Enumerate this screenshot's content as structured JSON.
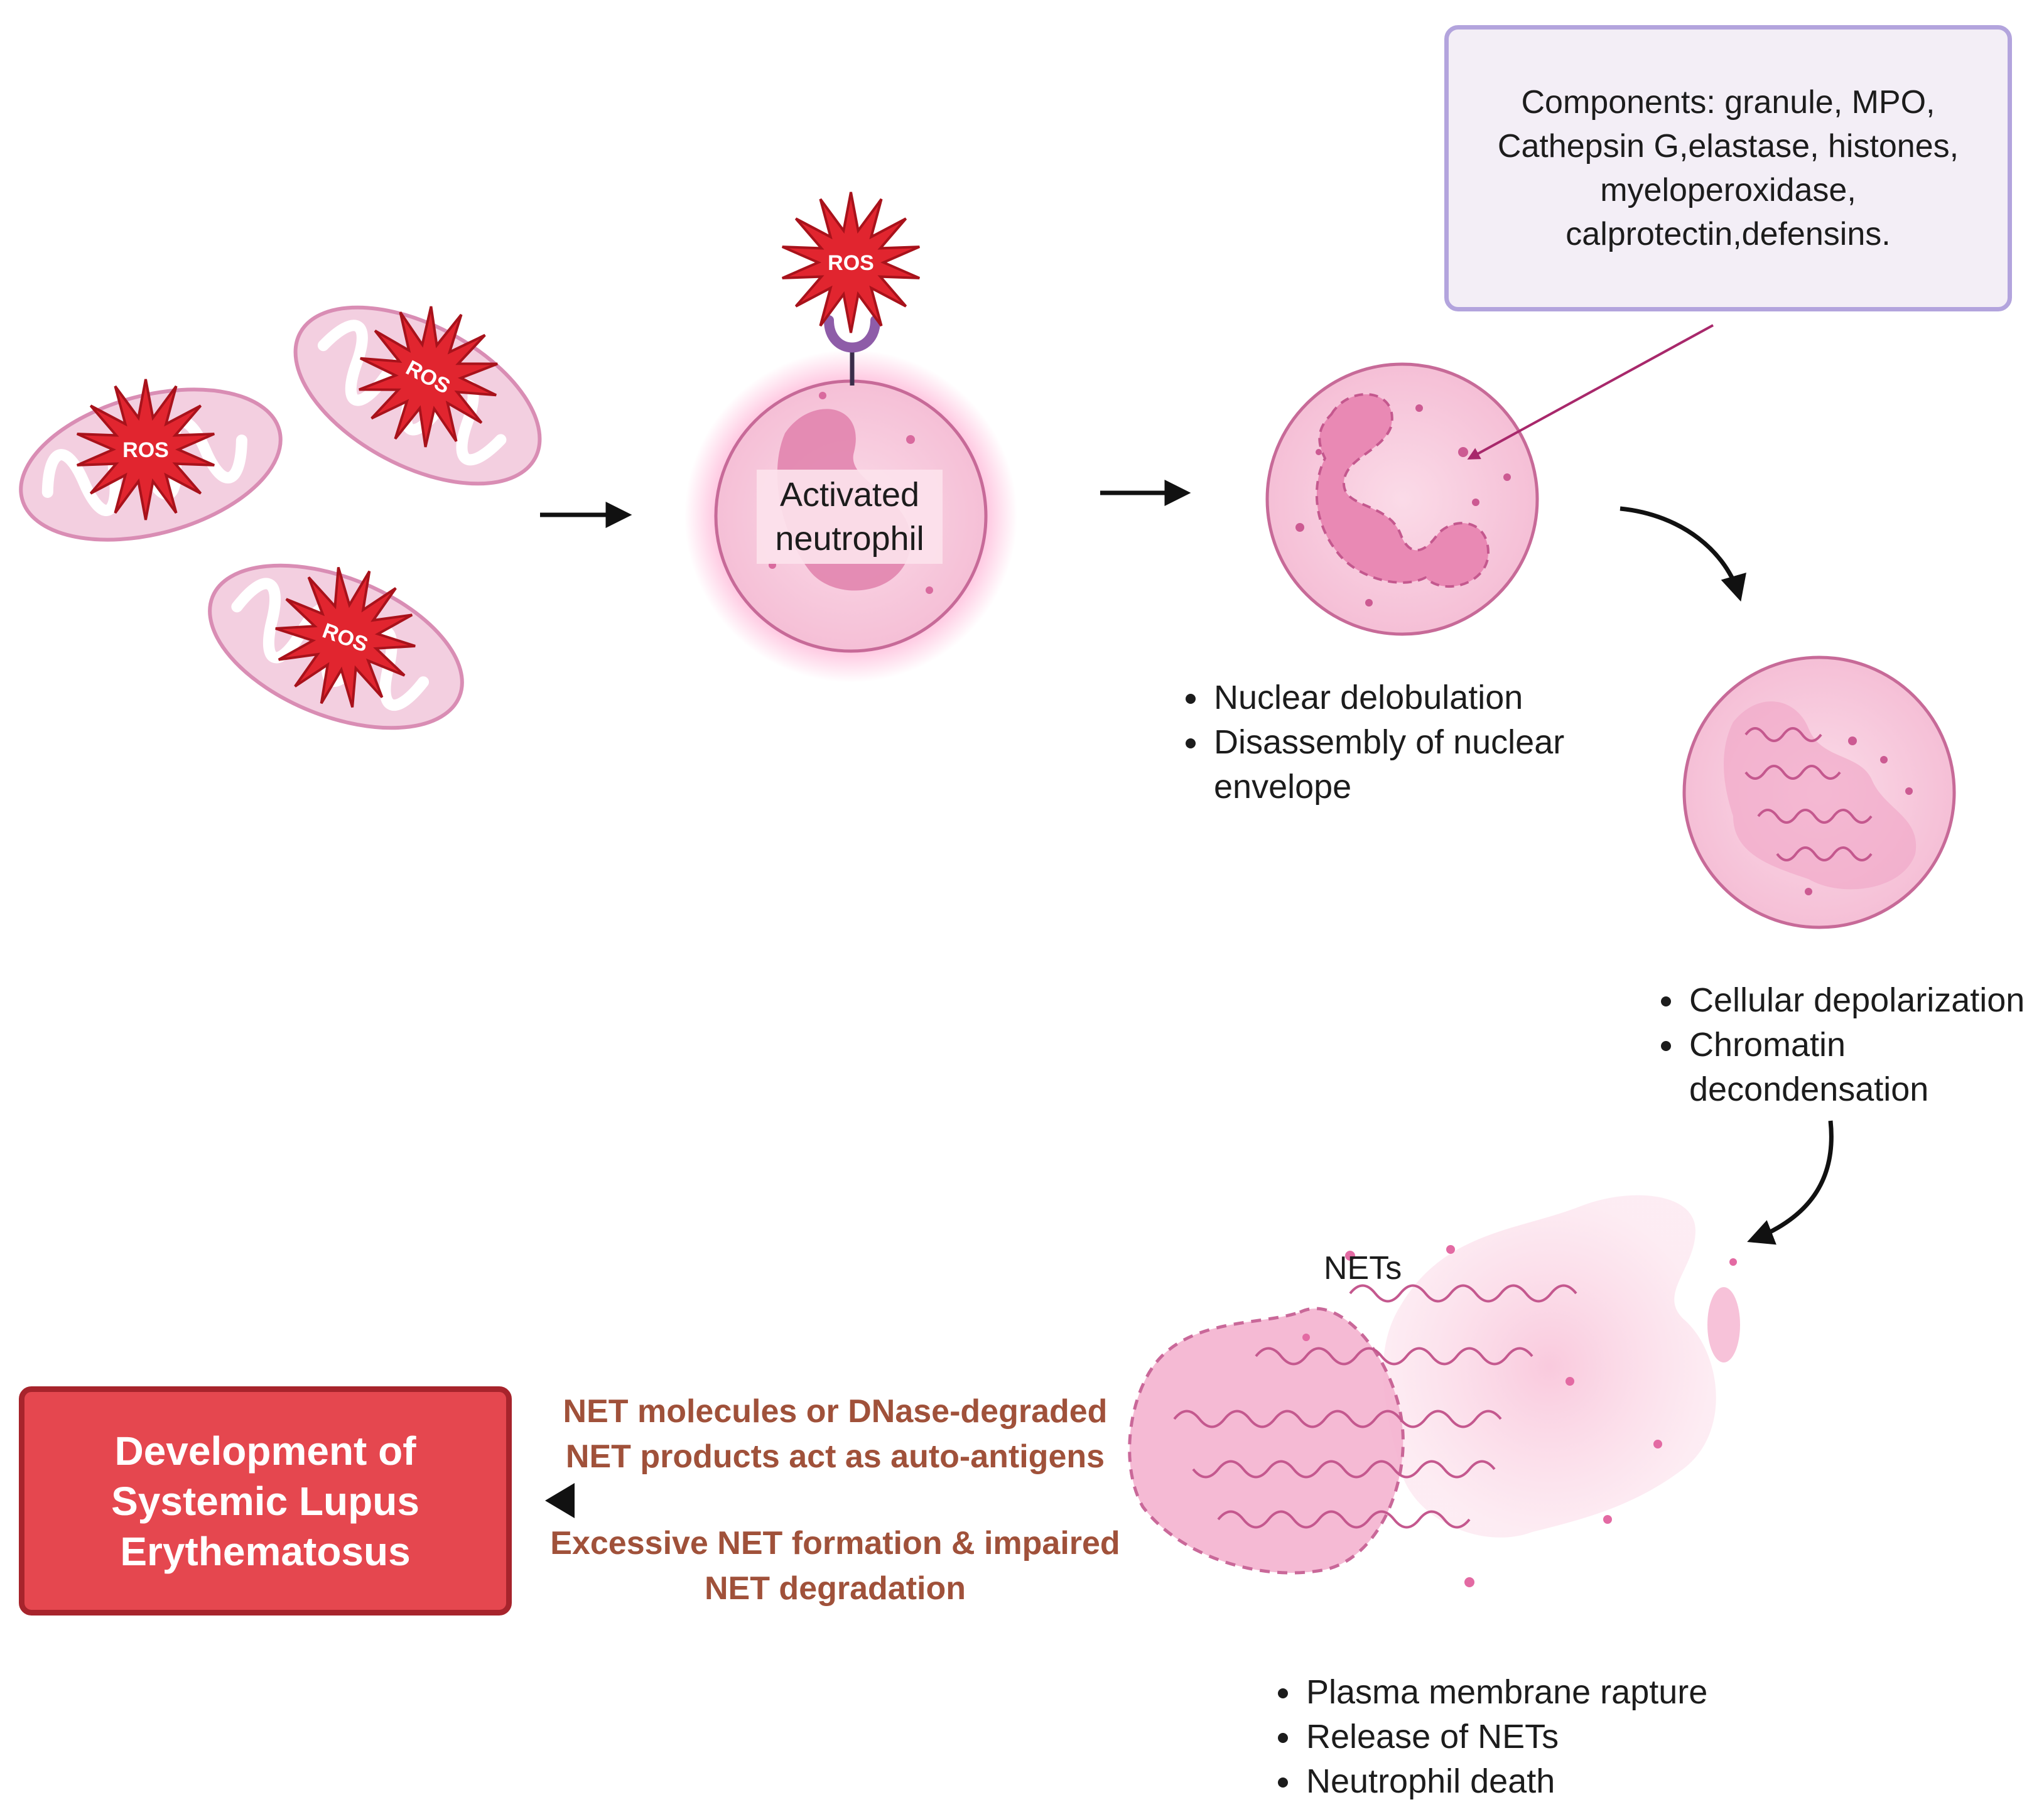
{
  "components_box": {
    "text": "Components: granule, MPO, Cathepsin G,elastase, histones, myeloperoxidase, calprotectin,defensins."
  },
  "ros_label": "ROS",
  "activated_neutrophil": {
    "line1": "Activated",
    "line2": "neutrophil"
  },
  "stage2_bullets": [
    "Nuclear delobulation",
    "Disassembly of nuclear envelope"
  ],
  "stage3_bullets": [
    "Cellular depolarization",
    "Chromatin decondensation"
  ],
  "nets_label": "NETs",
  "stage4_bullets": [
    "Plasma membrane rapture",
    "Release of NETs",
    "Neutrophil death"
  ],
  "arrow_text_top": "NET molecules or DNase-degraded NET products act as auto-antigens",
  "arrow_text_bottom": "Excessive NET formation & impaired NET degradation",
  "outcome_box": "Development of Systemic Lupus Erythematosus",
  "colors": {
    "cell_pink": "#f7c6db",
    "nucleus_pink": "#e889b3",
    "ros_red": "#e1252f",
    "outcome_red": "#e5474f",
    "brown_text": "#a0513a",
    "box_border": "#b3a4dd"
  }
}
